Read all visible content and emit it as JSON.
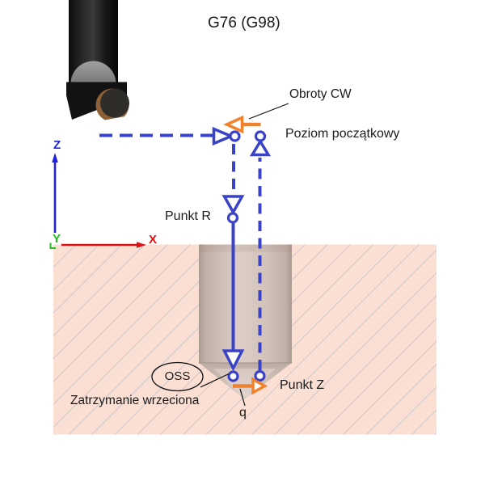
{
  "title": "G76 (G98)",
  "diagram": {
    "labels": {
      "spindle_rotation": "Obroty CW",
      "initial_level": "Poziom początkowy",
      "point_r": "Punkt R",
      "point_z": "Punkt Z",
      "oss": "OSS",
      "spindle_stop": "Zatrzymanie wrzeciona",
      "shift_q": "q"
    },
    "axes": {
      "z": "Z",
      "x": "X",
      "y": "Y"
    },
    "colors": {
      "path_blue": "#3a43c8",
      "accent_orange": "#f0822e",
      "axis_z_blue": "#2222dd",
      "axis_x_red": "#dd1111",
      "axis_y_green": "#22bb22",
      "material_fill": "#fbdfd3",
      "hatch_line": "#c5c4ca",
      "bore_light": "#dccec6",
      "bore_dark": "#ab9a92"
    }
  }
}
